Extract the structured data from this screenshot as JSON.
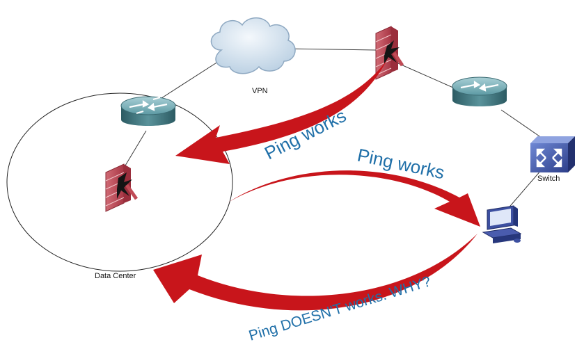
{
  "labels": {
    "vpn": "VPN",
    "switch": "Switch",
    "data_center": "Data Center"
  },
  "annotations": {
    "ping_works_1": "Ping works",
    "ping_works_2": "Ping works",
    "ping_fails": "Ping DOESN'T works. WHY?"
  },
  "colors": {
    "arrow": "#c8151b",
    "annotation_text": "#1f6fa8",
    "router": "#3f7680",
    "firewall": "#c04a55",
    "switch": "#3a4f9a",
    "cloud": "#d3e3f0"
  },
  "icons": {
    "router": "router-icon",
    "firewall": "firewall-icon",
    "cloud": "cloud-icon",
    "switch": "switch-icon",
    "workstation": "workstation-icon"
  }
}
